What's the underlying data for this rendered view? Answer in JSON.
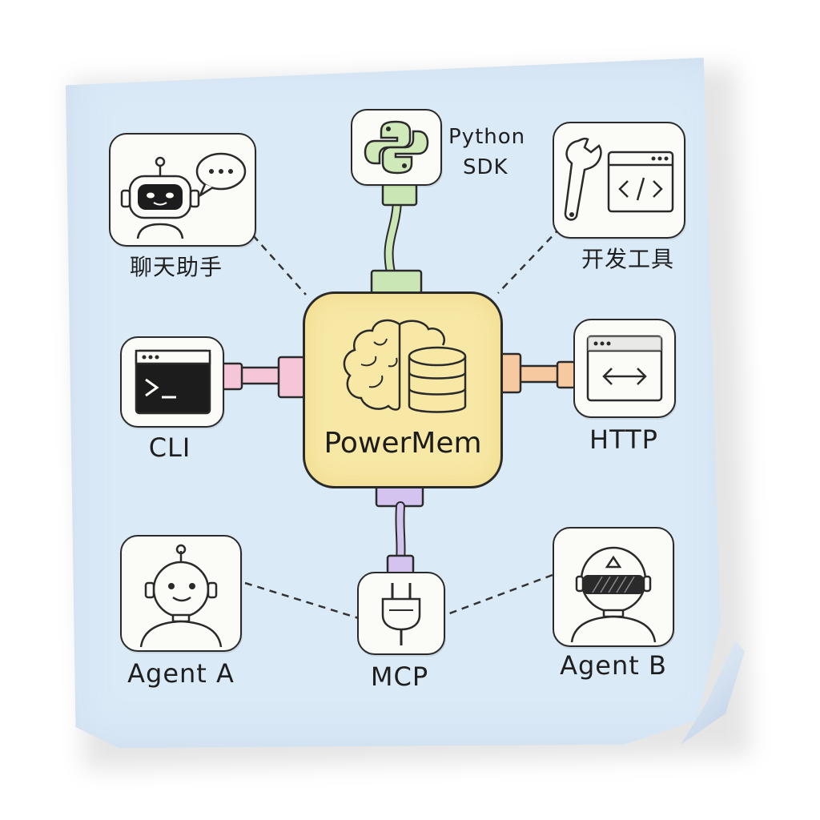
{
  "center": {
    "label": "PowerMem"
  },
  "nodes": {
    "python_sdk": {
      "label_line1": "Python",
      "label_line2": "SDK"
    },
    "chat_assistant": {
      "label": "聊天助手"
    },
    "dev_tools": {
      "label": "开发工具"
    },
    "cli": {
      "label": "CLI"
    },
    "http": {
      "label": "HTTP"
    },
    "agent_a": {
      "label": "Agent A"
    },
    "mcp": {
      "label": "MCP"
    },
    "agent_b": {
      "label": "Agent B"
    }
  },
  "icons": {
    "center": [
      "brain-icon",
      "database-icon"
    ],
    "python_sdk": "python-logo-icon",
    "chat_assistant": [
      "robot-icon",
      "speech-bubble-icon"
    ],
    "dev_tools": [
      "wrench-icon",
      "code-window-icon"
    ],
    "cli": "terminal-icon",
    "http": "http-arrows-window-icon",
    "agent_a": "robot-agent-icon",
    "mcp": "power-plug-icon",
    "agent_b": "visor-agent-icon"
  },
  "colors": {
    "note": "#dbeaf7",
    "center_fill": "#f7e8a6",
    "python_connector": "#c9e6b4",
    "cli_connector": "#f5c6d8",
    "http_connector": "#f7c9a0",
    "mcp_connector": "#d4c3ef"
  }
}
